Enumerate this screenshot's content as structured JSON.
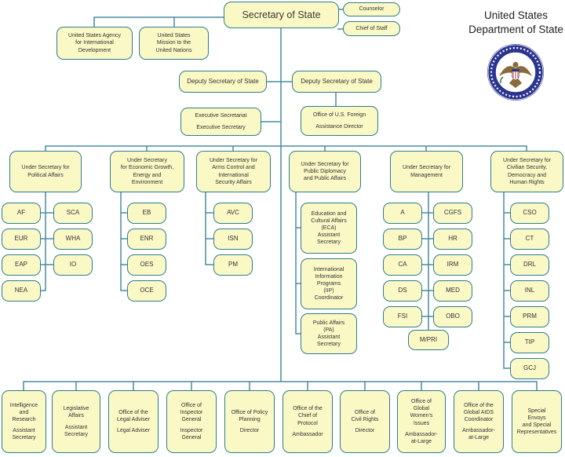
{
  "header": {
    "title_line1": "United States",
    "title_line2": "Department of State",
    "seal": "united-states-department-of-state-seal"
  },
  "colors": {
    "node_fill": "#faf8c5",
    "node_border": "#2e7d8e",
    "connector": "#4a8ba1",
    "seal_blue": "#2b3590"
  },
  "executive": {
    "secretary": "Secretary of State",
    "counselor": "Counselor",
    "chief_of_staff": "Chief of Staff",
    "usaid": "United States Agency\nfor International\nDevelopment",
    "un_mission": "United States\nMission to the\nUnited Nations",
    "deputy_secretary_1": "Deputy Secretary of State",
    "deputy_secretary_2": "Deputy Secretary of State",
    "executive_secretariat": {
      "office": "Executive Secretariat",
      "role": "Executive Secretary"
    },
    "foreign_assistance": {
      "office": "Office of U.S. Foreign",
      "role": "Assistance Director"
    }
  },
  "under_secretaries": {
    "political": {
      "label": "Under Secretary for\nPolitical Affairs",
      "bureaus_col1": [
        "AF",
        "EUR",
        "EAP",
        "NEA"
      ],
      "bureaus_col2": [
        "SCA",
        "WHA",
        "IO"
      ]
    },
    "economic": {
      "label": "Under Secretary\nfor Economic Growth,\nEnergy and\nEnvironment",
      "bureaus": [
        "EB",
        "ENR",
        "OES",
        "OCE"
      ]
    },
    "arms_control": {
      "label": "Under Secretary for\nArms Control and\nInternational\nSecurity Affairs",
      "bureaus": [
        "AVC",
        "ISN",
        "PM"
      ]
    },
    "public_diplomacy": {
      "label": "Under Secretary for\nPublic Diplomacy\nand Public Affairs",
      "offices": [
        "Education and\nCultural Affairs\n(ECA)\nAssistant\nSecretary",
        "International\nInformation\nPrograms\n(IIP)\nCoordinator",
        "Public Affairs\n(PA)\nAssistant\nSecretary"
      ]
    },
    "management": {
      "label": "Under Secretary for\nManagement",
      "bureaus_col1": [
        "A",
        "BP",
        "CA",
        "DS",
        "FSI"
      ],
      "bureaus_col2": [
        "CGFS",
        "HR",
        "IRM",
        "MED",
        "OBO"
      ],
      "bureau_bottom": "M/PRI"
    },
    "civilian_security": {
      "label": "Under Secretary for\nCivilian Security,\nDemocracy and\nHuman Rights",
      "bureaus": [
        "CSO",
        "CT",
        "DRL",
        "INL",
        "PRM",
        "TIP",
        "GCJ"
      ]
    }
  },
  "direct_reports": [
    {
      "office": "Intelligence\nand\nResearch",
      "role": "Assistant\nSecretary"
    },
    {
      "office": "Legislative\nAffairs",
      "role": "Assistant\nSecretary"
    },
    {
      "office": "Office of the\nLegal Adviser",
      "role": "Legal Adviser"
    },
    {
      "office": "Office of\nInspector\nGeneral",
      "role": "Inspector\nGeneral"
    },
    {
      "office": "Office of Policy\nPlanning",
      "role": "Director"
    },
    {
      "office": "Office of the\nChief of\nProtocol",
      "role": "Ambassador"
    },
    {
      "office": "Office of\nCivil Rights",
      "role": "Director"
    },
    {
      "office": "Office of\nGlobal\nWomen's\nIssues",
      "role": "Ambassador-\nat-Large"
    },
    {
      "office": "Office of the\nGlobal AIDS\nCoordinator",
      "role": "Ambassador-\nat-Large"
    },
    {
      "office": "Special\nEnvoys\nand Special\nRepresentatives",
      "role": ""
    }
  ]
}
